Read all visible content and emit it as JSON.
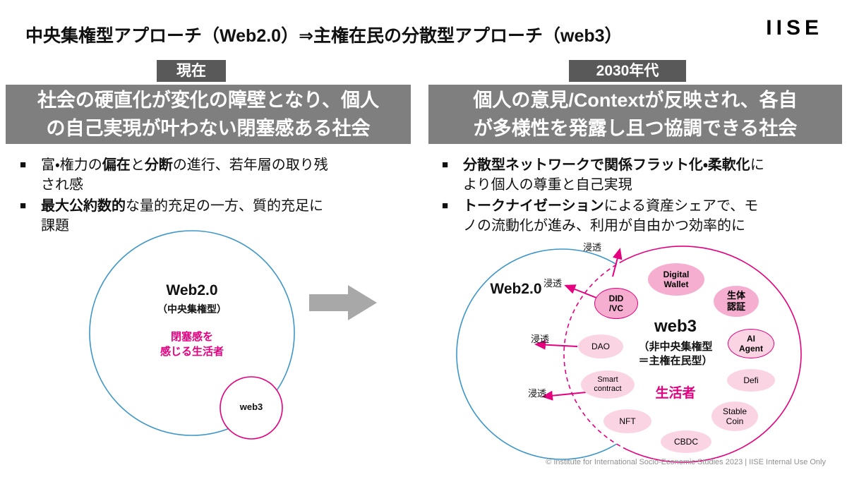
{
  "header": {
    "title": "中央集権型アプローチ（Web2.0）⇒主権在民の分散型アプローチ（web3）",
    "logo": "IISE"
  },
  "left": {
    "badge": "現在",
    "banner": [
      "社会の硬直化が変化の障壁となり、個人",
      "の自己実現が叶わない閉塞感ある社会"
    ],
    "bullets": {
      "b1": {
        "marker": "■",
        "seg1": "富・権力の",
        "bold1": "偏在",
        "seg2": "と",
        "bold2": "分断",
        "seg3": "の進行、若年層の取り残され感"
      },
      "b2": {
        "marker": "■",
        "bold1": "最大公約数的",
        "seg1": "な量的充足の一方、質的充足に課題"
      }
    },
    "diagram": {
      "web2_title": "Web2.0",
      "web2_sub": "（中央集権型）",
      "feeling": [
        "閉塞感を",
        "感じる生活者"
      ],
      "web3_label": "web3"
    }
  },
  "right": {
    "badge": "2030年代",
    "banner": [
      "個人の意見/Contextが反映され、各自",
      "が多様性を発露し且つ協調できる社会"
    ],
    "bullets": {
      "b1": {
        "marker": "■",
        "bold1": "分散型ネットワークで関係フラット化・柔軟化",
        "seg1": "により個人の尊重と自己実現"
      },
      "b2": {
        "marker": "■",
        "bold1": "トークナイゼーション",
        "seg1": "による資産シェアで、モノの流動化が進み、利用が自由かつ効率的に"
      }
    },
    "diagram": {
      "web2_title": "Web2.0",
      "web3_title": "web3",
      "web3_sub": [
        "（非中央集権型",
        "＝主権在民型）"
      ],
      "people": "生活者",
      "permeation": "浸透",
      "bubbles": [
        {
          "line1": "Digital",
          "line2": "Wallet"
        },
        {
          "line1": "生体",
          "line2": "認証"
        },
        {
          "line1": "AI",
          "line2": "Agent"
        },
        {
          "line1": "Defi"
        },
        {
          "line1": "Stable",
          "line2": "Coin"
        },
        {
          "line1": "CBDC"
        },
        {
          "line1": "NFT"
        },
        {
          "line1": "Smart",
          "line2": "contract"
        },
        {
          "line1": "DAO"
        },
        {
          "line1": "DID",
          "line2": "/VC"
        }
      ]
    }
  },
  "footer": "© Institute for International Socio-Economic Studies 2023 | IISE Internal Use Only",
  "colors": {
    "accent_pink": "#e4007f",
    "bubble_pink_light": "#fbd4e4",
    "bubble_pink_medium": "#f6aed0",
    "circle_blue": "#3d96c9",
    "banner_gray": "#7f7f7f",
    "badge_gray": "#595959",
    "arrow_gray": "#a8a8a8"
  }
}
